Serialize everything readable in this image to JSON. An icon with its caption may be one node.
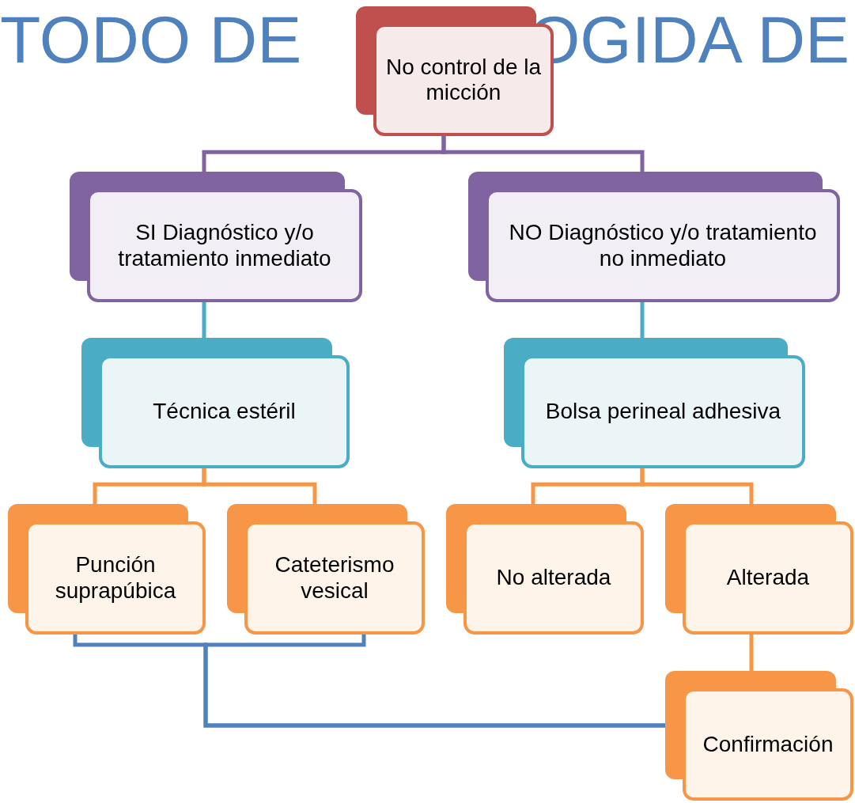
{
  "diagram": {
    "nodes": [
      {
        "text": [
          "No control de la micción"
        ]
      },
      {
        "text": [
          "SI Diagnóstico y/o tratamiento inmediato"
        ]
      },
      {
        "text": [
          "NO Diagnóstico y/o tratamiento no inmediato"
        ]
      },
      {
        "text": [
          "Técnica estéril"
        ]
      },
      {
        "text": [
          "Bolsa perineal adhesiva"
        ]
      },
      {
        "text": [
          "Punción suprapúbica"
        ]
      },
      {
        "text": [
          "Cateterismo vesical"
        ]
      },
      {
        "text": [
          "No alterada"
        ]
      },
      {
        "text": [
          "Alterada"
        ]
      },
      {
        "text": [
          "Confirmación"
        ]
      }
    ],
    "edges": [
      {
        "from": 0,
        "to": 1,
        "arrow": "none",
        "color": "#8064a2"
      },
      {
        "from": 0,
        "to": 2,
        "arrow": "none",
        "color": "#8064a2"
      },
      {
        "from": 1,
        "to": 3,
        "arrow": "none",
        "color": "#4bacc6"
      },
      {
        "from": 2,
        "to": 4,
        "arrow": "none",
        "color": "#4bacc6"
      },
      {
        "from": 3,
        "to": 5,
        "arrow": "none",
        "color": "#f79646"
      },
      {
        "from": 3,
        "to": 6,
        "arrow": "none",
        "color": "#f79646"
      },
      {
        "from": 4,
        "to": 7,
        "arrow": "none",
        "color": "#f79646"
      },
      {
        "from": 4,
        "to": 8,
        "arrow": "none",
        "color": "#f79646"
      },
      {
        "from": 8,
        "to": 9,
        "arrow": "none",
        "color": "#f79646"
      },
      {
        "from": 5,
        "to": 9,
        "arrow": "none",
        "color": "#4f81bd"
      },
      {
        "from": 6,
        "to": 9,
        "arrow": "none",
        "color": "#4f81bd"
      }
    ],
    "labels": [
      "TODO DE",
      "OGIDA DE"
    ]
  }
}
